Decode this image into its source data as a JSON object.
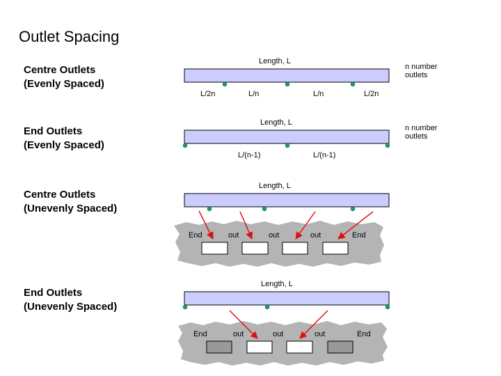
{
  "title": "Outlet Spacing",
  "sections": [
    {
      "label_line1": "Centre Outlets",
      "label_line2": "(Evenly Spaced)",
      "length_label": "Length, L",
      "spacing_labels": [
        "L/2n",
        "L/n",
        "L/n",
        "L/2n"
      ],
      "note_line1": "n number",
      "note_line2": "outlets"
    },
    {
      "label_line1": "End Outlets",
      "label_line2": "(Evenly Spaced)",
      "length_label": "Length, L",
      "spacing_labels": [
        "L/(n-1)",
        "L/(n-1)"
      ],
      "note_line1": "n number",
      "note_line2": "outlets"
    },
    {
      "label_line1": "Centre Outlets",
      "label_line2": "(Unevenly Spaced)",
      "length_label": "Length, L",
      "callout_labels": [
        "End",
        "out",
        "out",
        "out",
        "End"
      ]
    },
    {
      "label_line1": "End Outlets",
      "label_line2": "(Unevenly Spaced)",
      "length_label": "Length, L",
      "callout_labels": [
        "End",
        "out",
        "out",
        "out",
        "End"
      ]
    }
  ],
  "colors": {
    "duct_fill": "#ccccff",
    "outlet_dot": "#1a9a7a",
    "arrow": "#dd1111",
    "callout_bg": "#b4b4b4",
    "shaded_box": "#999999"
  }
}
